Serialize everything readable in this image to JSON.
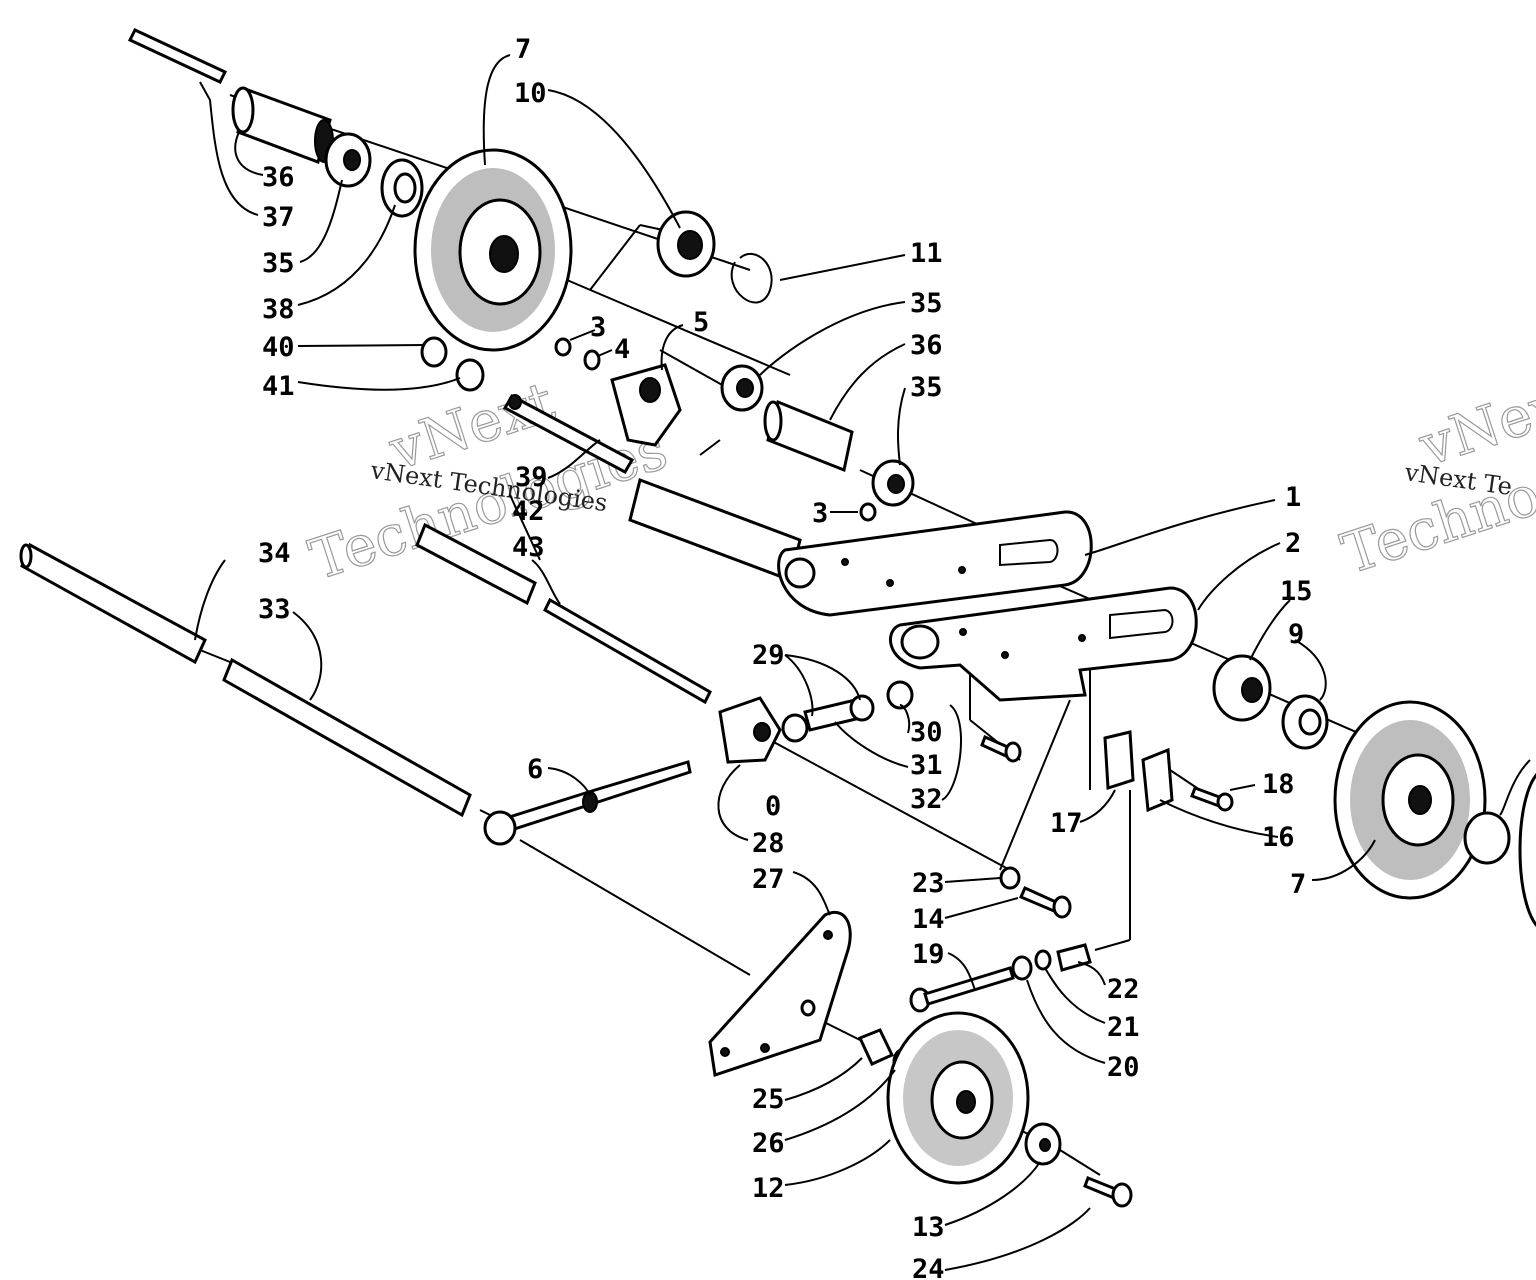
{
  "watermark": {
    "company": "vNext Technologies",
    "brand_big_1": "vNext",
    "brand_big_2": "Technologies",
    "right_small": "vNext Te",
    "right_big_1": "vNext",
    "right_big_2": "Techno"
  },
  "labels": {
    "p7a": "7",
    "p10": "10",
    "p36a": "36",
    "p37": "37",
    "p35a": "35",
    "p38": "38",
    "p11": "11",
    "p35b": "35",
    "p36b": "36",
    "p35c": "35",
    "p3a": "3",
    "p4": "4",
    "p5": "5",
    "p40": "40",
    "p41": "41",
    "p39": "39",
    "p42": "42",
    "p43": "43",
    "p3b": "3",
    "p1": "1",
    "p2": "2",
    "p15": "15",
    "p9": "9",
    "p34": "34",
    "p33": "33",
    "p29": "29",
    "p30": "30",
    "p31": "31",
    "p32": "32",
    "p6": "6",
    "p0": "0",
    "p28": "28",
    "p27": "27",
    "p18": "18",
    "p17": "17",
    "p16": "16",
    "p7b": "7",
    "p23": "23",
    "p14": "14",
    "p19": "19",
    "p22": "22",
    "p21": "21",
    "p20": "20",
    "p25": "25",
    "p26": "26",
    "p12": "12",
    "p13": "13",
    "p24": "24"
  }
}
